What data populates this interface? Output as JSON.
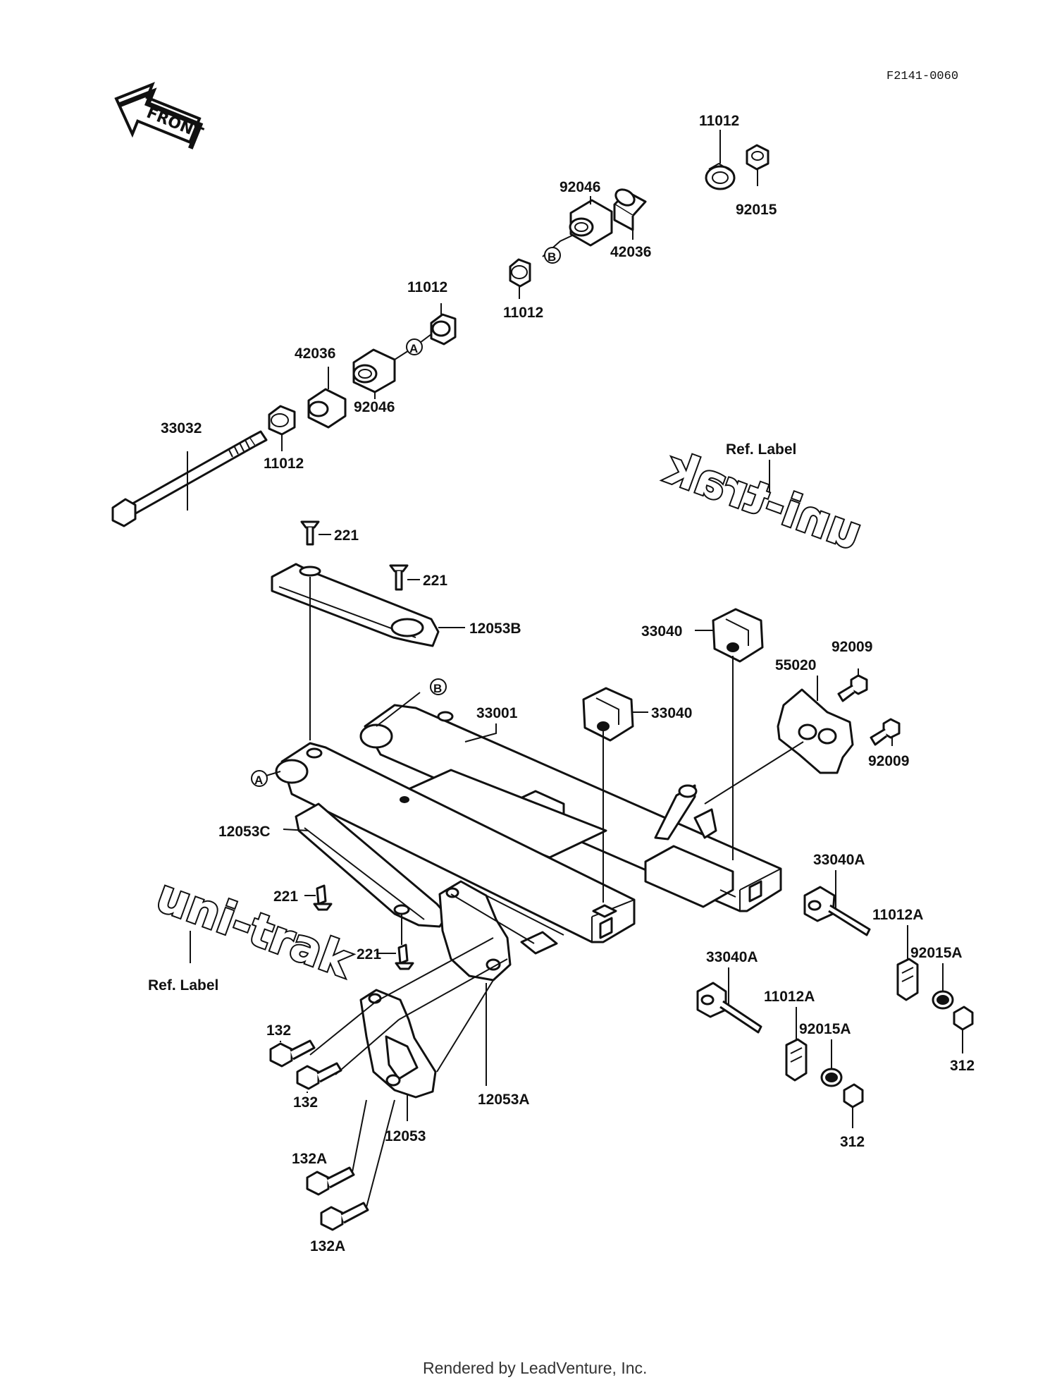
{
  "figure_id": "F2141-0060",
  "front_arrow": "FRONT",
  "ref_label_text": "Ref. Label",
  "brand_label": "uni-trak",
  "markers": {
    "a": "A",
    "b": "B"
  },
  "callouts": {
    "p11012_top": "11012",
    "p92046_top": "92046",
    "p92015": "92015",
    "p42036_top": "42036",
    "p11012_b": "11012",
    "p11012_a": "11012",
    "p42036_left": "42036",
    "p92046_left": "92046",
    "p33032": "33032",
    "p11012_left": "11012",
    "p221_1": "221",
    "p221_2": "221",
    "p12053B": "12053B",
    "p33040_top": "33040",
    "p92009_1": "92009",
    "p55020": "55020",
    "p33001": "33001",
    "p33040_mid": "33040",
    "p92009_2": "92009",
    "p12053C": "12053C",
    "p221_3": "221",
    "p221_4": "221",
    "p33040A_r": "33040A",
    "p11012A_r": "11012A",
    "p92015A_r": "92015A",
    "p33040A_l": "33040A",
    "p11012A_l": "11012A",
    "p92015A_l": "92015A",
    "p132_1": "132",
    "p132_2": "132",
    "p12053A": "12053A",
    "p12053": "12053",
    "p132A_1": "132A",
    "p132A_2": "132A",
    "p312_r": "312",
    "p312_l": "312"
  },
  "footer": "Rendered by LeadVenture, Inc."
}
